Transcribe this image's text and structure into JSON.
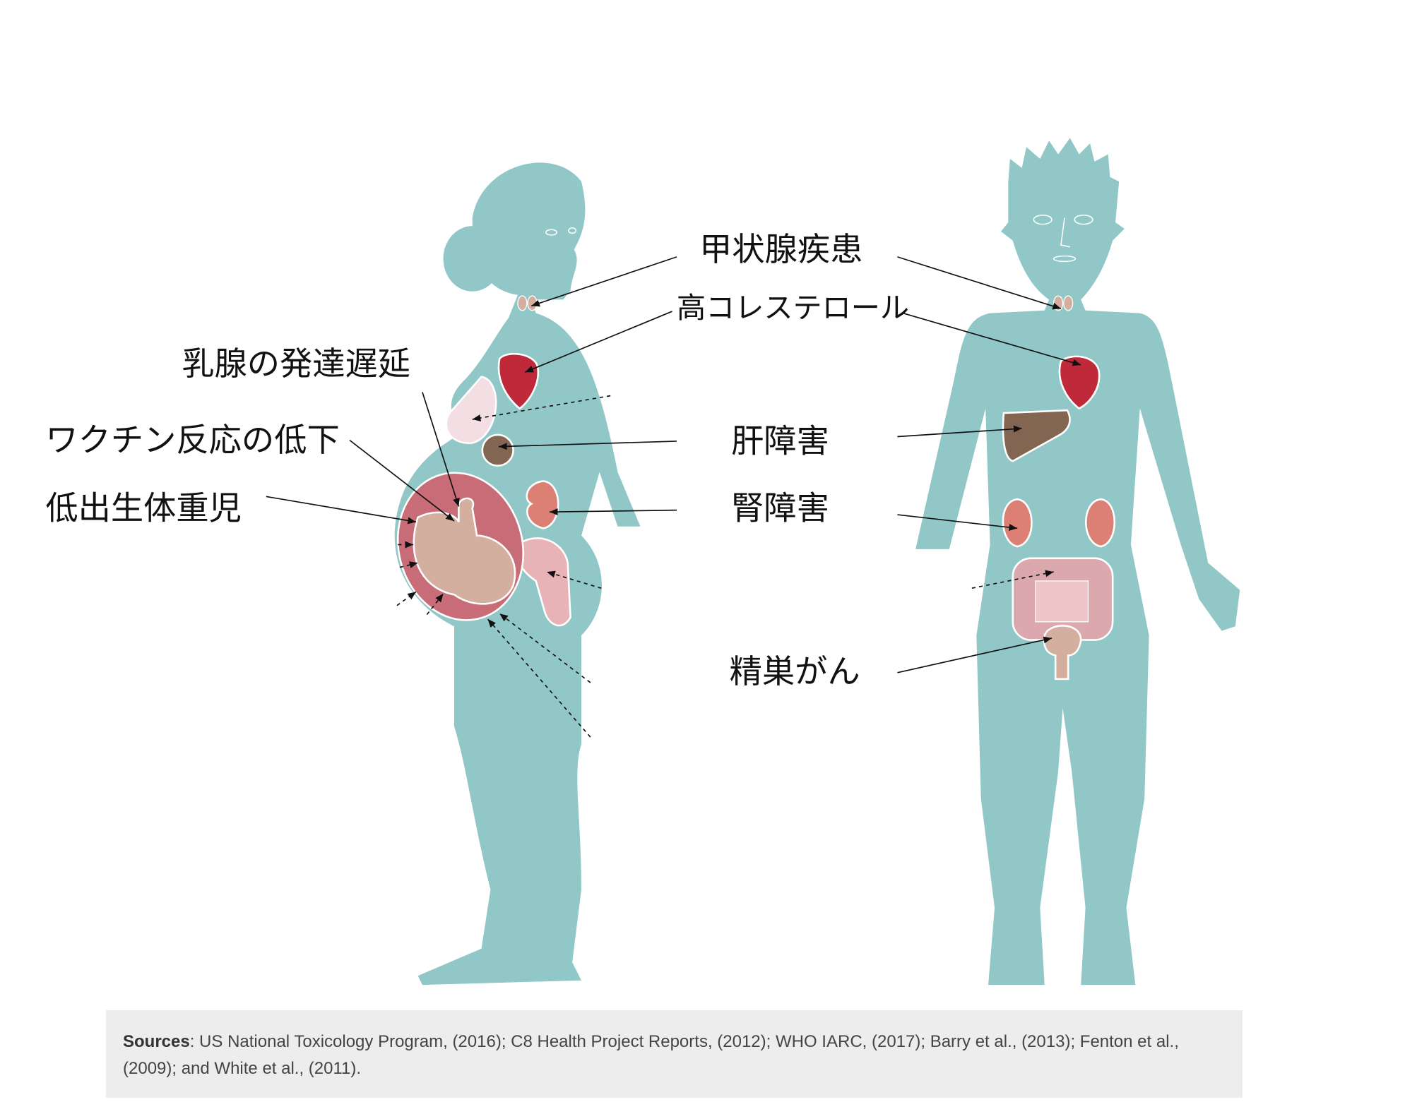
{
  "labels": {
    "thyroid": "甲状腺疾患",
    "cholesterol": "高コレステロール",
    "mammary": "乳腺の発達遅延",
    "vaccine": "ワクチン反応の低下",
    "birthweight": "低出生体重児",
    "liver": "肝障害",
    "kidney": "腎障害",
    "testicular": "精巣がん"
  },
  "sources": {
    "heading": "Sources",
    "text": ": US National Toxicology Program, (2016); C8 Health Project Reports, (2012); WHO IARC, (2017); Barry et al., (2013); Fenton et al., (2009); and White et al., (2011)."
  },
  "colors": {
    "body": "#91c8c7",
    "heart": "#c0293a",
    "liver": "#826651",
    "kidney": "#dc7f74",
    "uterus": "#c86d78",
    "fetus": "#d4ae9f",
    "breast": "#f3dfe3",
    "intestine": "#dba8ae"
  }
}
